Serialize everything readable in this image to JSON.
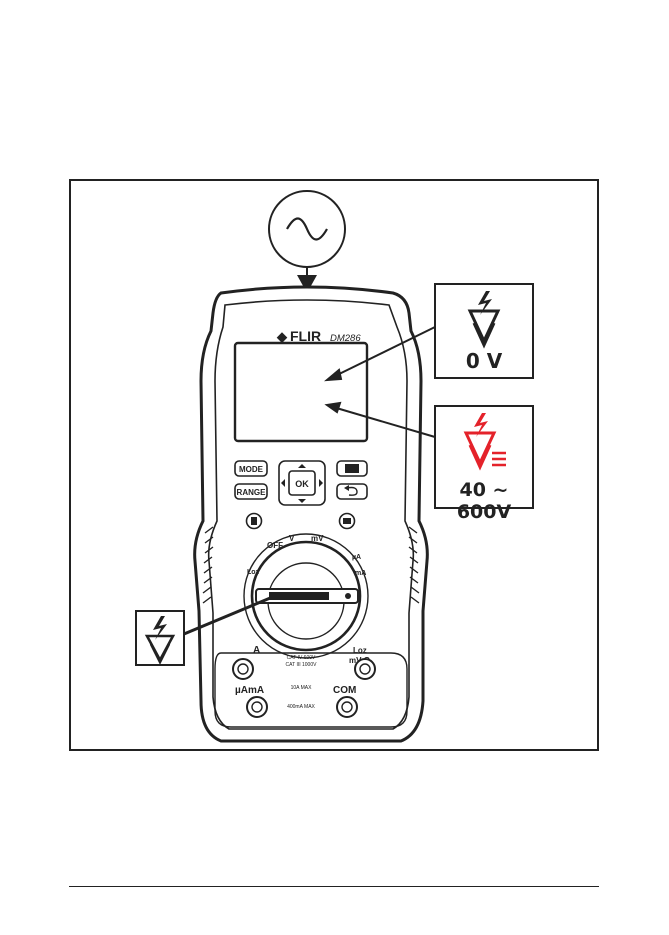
{
  "meter": {
    "brand": "FLIR",
    "model": "DM286",
    "buttons": {
      "mode": "MODE",
      "range": "RANGE",
      "ok": "OK"
    },
    "dial": {
      "off": "OFF",
      "v_dc": "V",
      "mv": "mV",
      "ua": "µA",
      "ma": "mA",
      "loz": "Loz"
    },
    "terminals": {
      "a": "A",
      "uama": "µAmA",
      "com": "COM",
      "v_ohm_top": "Loz",
      "v_ohm_bottom": "mV Ω",
      "cat_line1": "CAT IV 600V",
      "cat_line2": "CAT III 1000V",
      "fuse1": "10A MAX",
      "fuse2": "400mA MAX"
    }
  },
  "callouts": {
    "zero_volt": "0 V",
    "range_volt": "40 ~ 600V"
  },
  "colors": {
    "alert_red": "#e4222a",
    "ink": "#222222"
  },
  "icons": {
    "ac_symbol": "ac-sine-icon",
    "voltage_alert": "voltage-alert-icon"
  }
}
